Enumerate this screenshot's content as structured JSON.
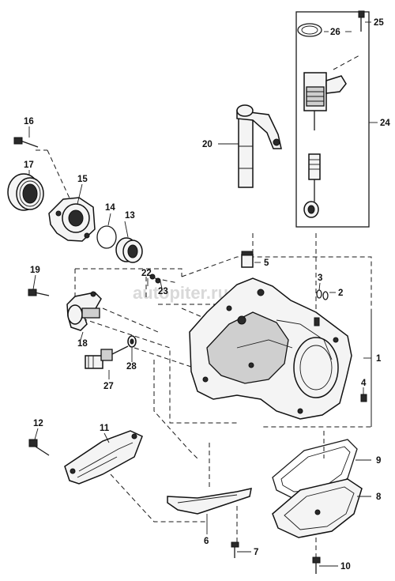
{
  "watermark": "autopiter.ru",
  "parts": [
    {
      "id": "1",
      "name": "transaxle-case"
    },
    {
      "id": "2",
      "name": "bolt"
    },
    {
      "id": "3",
      "name": "pin"
    },
    {
      "id": "4",
      "name": "drain-plug"
    },
    {
      "id": "5",
      "name": "breather"
    },
    {
      "id": "6",
      "name": "oil-guide"
    },
    {
      "id": "7",
      "name": "bolt"
    },
    {
      "id": "8",
      "name": "oil-pan-cover"
    },
    {
      "id": "9",
      "name": "gasket"
    },
    {
      "id": "10",
      "name": "bolt"
    },
    {
      "id": "11",
      "name": "cover-plate"
    },
    {
      "id": "12",
      "name": "bolt"
    },
    {
      "id": "13",
      "name": "bearing"
    },
    {
      "id": "14",
      "name": "snap-ring"
    },
    {
      "id": "15",
      "name": "bearing-retainer"
    },
    {
      "id": "16",
      "name": "bolt"
    },
    {
      "id": "17",
      "name": "oil-seal"
    },
    {
      "id": "18",
      "name": "shift-fork"
    },
    {
      "id": "19",
      "name": "bolt"
    },
    {
      "id": "20",
      "name": "shift-lever-shaft"
    },
    {
      "id": "22",
      "name": "spring"
    },
    {
      "id": "23",
      "name": "ball"
    },
    {
      "id": "24",
      "name": "selector-assembly"
    },
    {
      "id": "25",
      "name": "bolt"
    },
    {
      "id": "26",
      "name": "o-ring"
    },
    {
      "id": "27",
      "name": "switch"
    },
    {
      "id": "28",
      "name": "washer"
    }
  ]
}
